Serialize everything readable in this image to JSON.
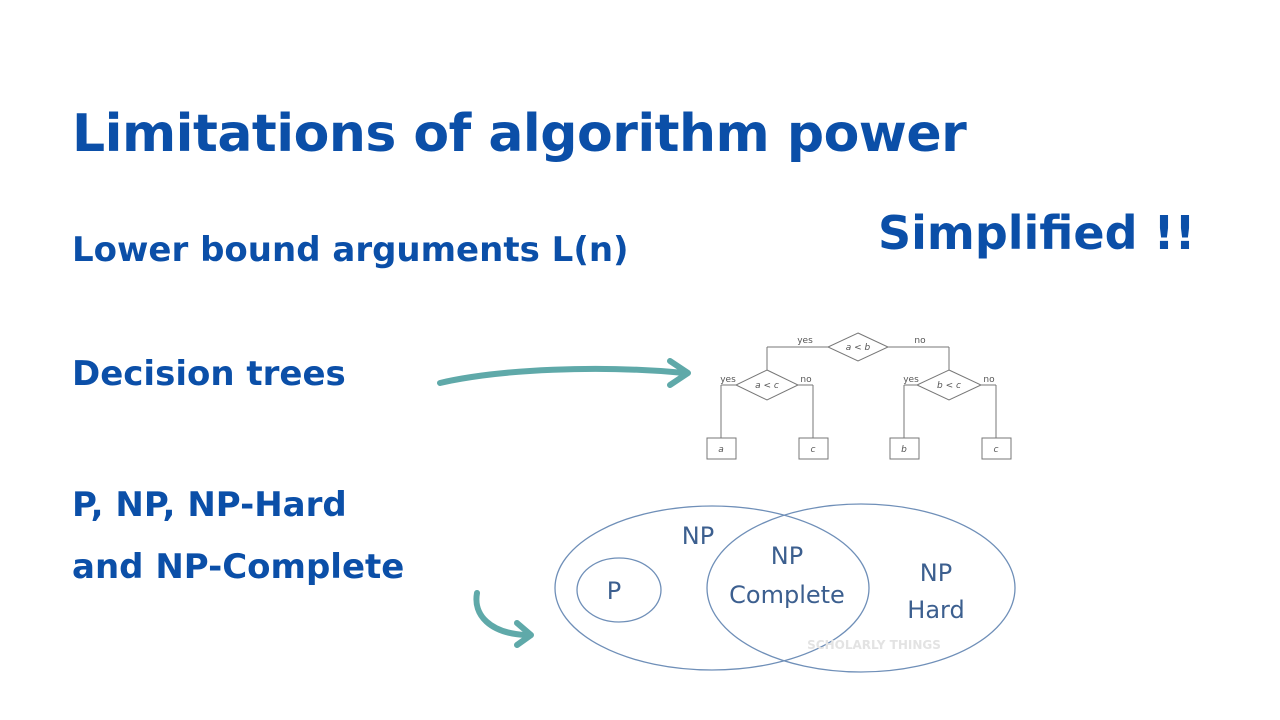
{
  "slide": {
    "title": "Limitations of algorithm power",
    "badge": "Simplified !!",
    "topics": {
      "lower_bound": "Lower bound arguments L(n)",
      "decision_trees": "Decision trees",
      "complexity_line1": "P, NP, NP-Hard",
      "complexity_line2": "and NP-Complete"
    }
  },
  "tree": {
    "root": "a < b",
    "root_yes": "yes",
    "root_no": "no",
    "left": "a < c",
    "left_yes": "yes",
    "left_no": "no",
    "right": "b < c",
    "right_yes": "yes",
    "right_no": "no",
    "leaves": [
      "a",
      "c",
      "b",
      "c"
    ]
  },
  "venn": {
    "p": "P",
    "np": "NP",
    "np_complete_line1": "NP",
    "np_complete_line2": "Complete",
    "np_hard_line1": "NP",
    "np_hard_line2": "Hard",
    "watermark": "SCHOLARLY THINGS"
  },
  "colors": {
    "heading": "#0b4fa8",
    "arrow": "#5fa9a9",
    "venn_stroke": "#6f8fb8",
    "venn_text": "#3c5f8f",
    "tree_stroke": "#777777"
  }
}
